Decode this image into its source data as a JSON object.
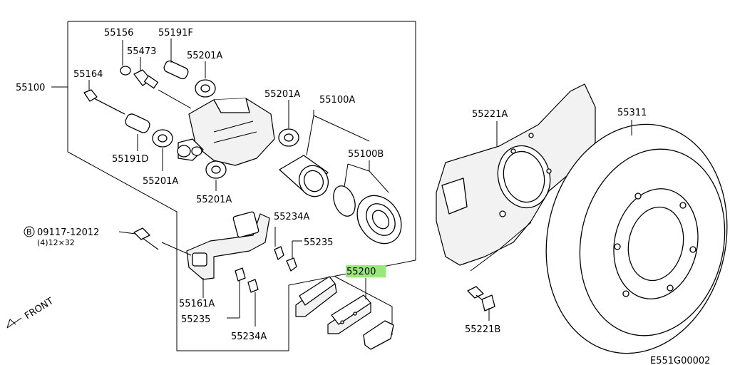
{
  "labels": {
    "p55156": "55156",
    "p55191F": "55191F",
    "p55473": "55473",
    "p55201A_1": "55201A",
    "p55164": "55164",
    "p55100": "55100",
    "p55201A_2": "55201A",
    "p55100A": "55100A",
    "p55191D": "55191D",
    "p55201A_3": "55201A",
    "p55100B": "55100B",
    "p55201A_4": "55201A",
    "p55221A": "55221A",
    "p55311": "55311",
    "p55234A_1": "55234A",
    "bolt_circle": "B",
    "bolt_code": "09117-12012",
    "bolt_spec": "(4)12×32",
    "p55235_1": "55235",
    "p55200": "55200",
    "p55161A": "55161A",
    "p55235_2": "55235",
    "p55234A_2": "55234A",
    "p55221B": "55221B",
    "front": "FRONT",
    "drawing_code": "E551G00002"
  },
  "colors": {
    "highlight": "#9be87a",
    "line": "#000000",
    "background": "#ffffff"
  }
}
